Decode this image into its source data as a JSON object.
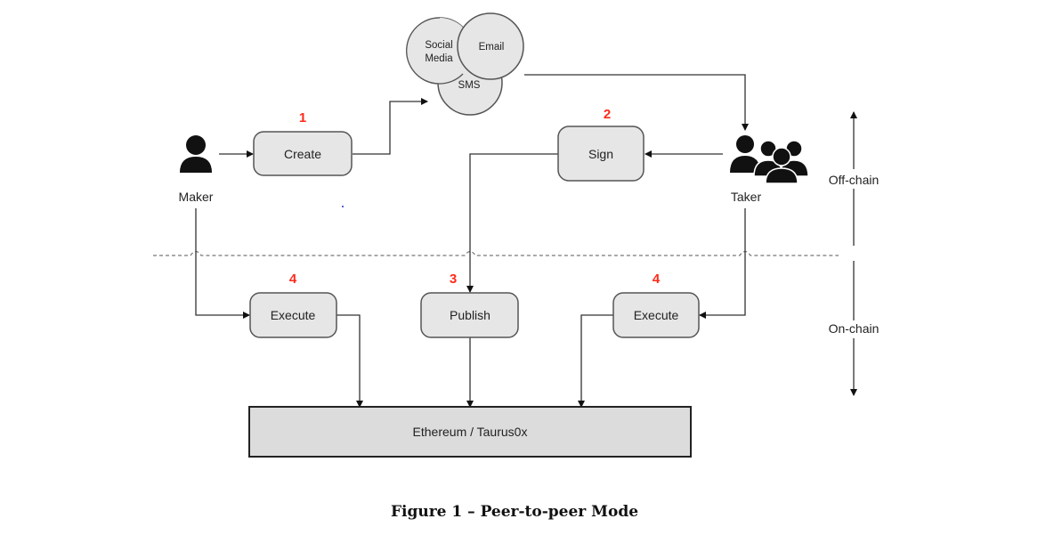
{
  "diagram": {
    "channels": {
      "social_media_line1": "Social",
      "social_media_line2": "Media",
      "email": "Email",
      "sms": "SMS"
    },
    "actors": {
      "maker": "Maker",
      "taker": "Taker"
    },
    "steps": {
      "create": {
        "number": "1",
        "label": "Create"
      },
      "sign": {
        "number": "2",
        "label": "Sign"
      },
      "publish": {
        "number": "3",
        "label": "Publish"
      },
      "execute_maker": {
        "number": "4",
        "label": "Execute"
      },
      "execute_taker": {
        "number": "4",
        "label": "Execute"
      }
    },
    "blockchain": "Ethereum / Taurus0x",
    "zones": {
      "off_chain": "Off-chain",
      "on_chain": "On-chain"
    },
    "step_number_color": "#ff2a1a"
  },
  "caption": "Figure 1 – Peer-to-peer Mode"
}
